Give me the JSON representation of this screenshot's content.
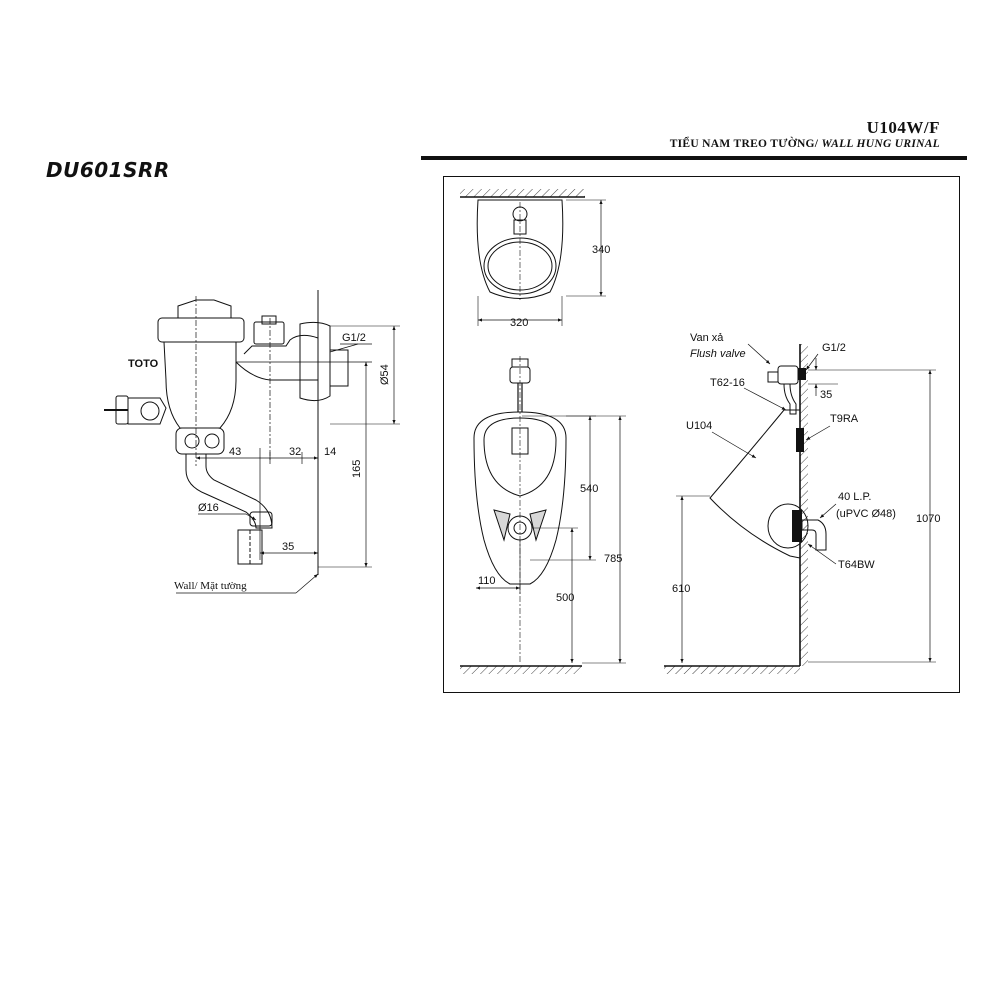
{
  "header": {
    "model": "U104W/F",
    "subtitle_vn": "TIỂU NAM TREO TƯỜNG/ ",
    "subtitle_en": "WALL HUNG URINAL"
  },
  "valve": {
    "code": "DU601SRR",
    "brand": "TOTO",
    "labels": {
      "thread": "G1/2",
      "diameter": "Ø54",
      "pipe_diameter": "Ø16",
      "wall": "Wall/ Mặt tường"
    },
    "dims": {
      "d43": "43",
      "d32": "32",
      "d14": "14",
      "d35": "35",
      "d165": "165"
    }
  },
  "urinal": {
    "dims": {
      "width": "320",
      "depth": "340",
      "d540": "540",
      "d785": "785",
      "d110": "110",
      "d500": "500",
      "d610": "610",
      "d1070": "1070",
      "d35": "35"
    },
    "labels": {
      "flush_vn": "Van xả",
      "flush_en": "Flush valve",
      "thread": "G1/2",
      "t62": "T62-16",
      "model": "U104",
      "t9ra": "T9RA",
      "lp": "40 L.P.",
      "upvc": "(uPVC Ø48)",
      "t64": "T64BW"
    }
  },
  "colors": {
    "line": "#111111",
    "shade": "#d8d8d8",
    "background": "#ffffff"
  }
}
